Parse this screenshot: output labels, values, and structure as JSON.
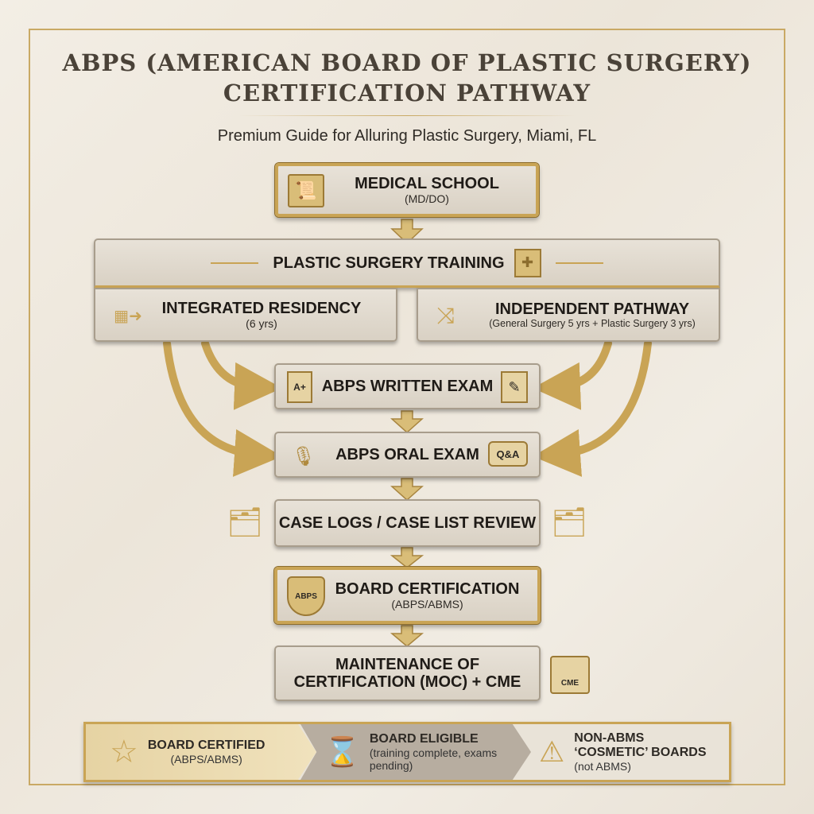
{
  "title": {
    "line1": "ABPS (AMERICAN BOARD OF PLASTIC SURGERY)",
    "line2": "CERTIFICATION PATHWAY",
    "subtitle": "Premium Guide for Alluring Plastic Surgery, Miami, FL"
  },
  "steps": {
    "medical_school": {
      "title": "MEDICAL SCHOOL",
      "sub": "(MD/DO)",
      "icon": "diploma-icon"
    },
    "training": {
      "title": "PLASTIC SURGERY TRAINING",
      "icon": "hospital-icon",
      "integrated": {
        "title": "INTEGRATED RESIDENCY",
        "sub": "(6 yrs)",
        "icon": "grid-arrow-icon"
      },
      "independent": {
        "title": "INDEPENDENT PATHWAY",
        "sub": "(General Surgery 5 yrs + Plastic Surgery 3 yrs)",
        "icon": "winding-path-icon"
      }
    },
    "written": {
      "title": "ABPS WRITTEN EXAM",
      "icon": "exam-paper-icon",
      "badge": "A+"
    },
    "oral": {
      "title": "ABPS ORAL EXAM",
      "icon": "microphone-chat-icon",
      "badge": "Q&A"
    },
    "case_logs": {
      "title": "CASE LOGS / CASE LIST REVIEW",
      "icon": "folder-search-icon"
    },
    "board": {
      "title": "BOARD CERTIFICATION",
      "sub": "(ABPS/ABMS)",
      "icon": "shield-icon",
      "badge": "ABPS"
    },
    "moc": {
      "line1": "MAINTENANCE OF",
      "line2": "CERTIFICATION (MOC) + CME",
      "icon": "calendar-icon",
      "badge": "CME"
    }
  },
  "legend": [
    {
      "title": "BOARD CERTIFIED",
      "sub": "(ABPS/ABMS)",
      "icon": "star-icon",
      "color": "#e6d3a3"
    },
    {
      "title": "BOARD ELIGIBLE",
      "sub": "(training complete, exams pending)",
      "icon": "hourglass-icon",
      "color": "#b7ada0"
    },
    {
      "title": "NON-ABMS",
      "title2": "‘COSMETIC’ BOARDS",
      "sub": "(not ABMS)",
      "icon": "warning-icon",
      "color": "#e9e3d8"
    }
  ],
  "colors": {
    "gold": "#c9a455",
    "text": "#2e2a25"
  }
}
